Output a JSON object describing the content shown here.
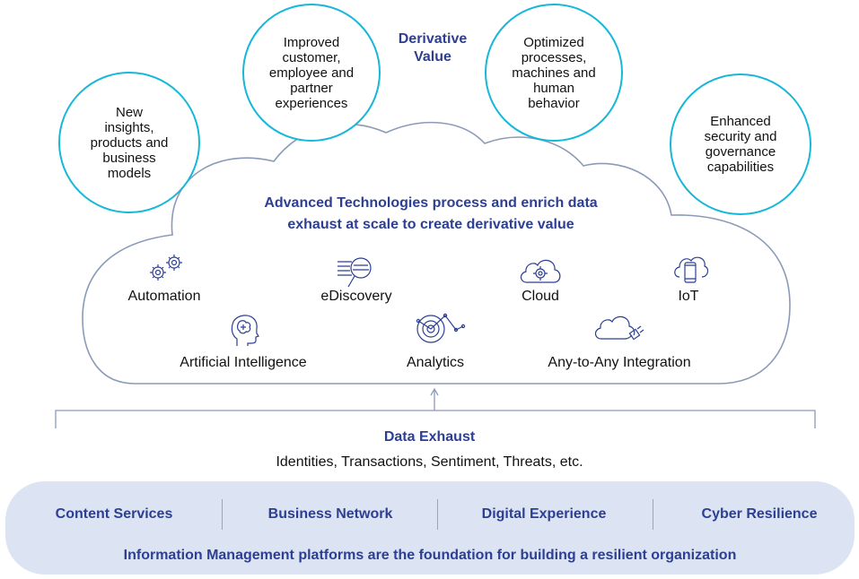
{
  "derivative_value_title": "Derivative\nValue",
  "value_circles": [
    {
      "text": "New\ninsights,\nproducts and\nbusiness\nmodels"
    },
    {
      "text": "Improved\ncustomer,\nemployee and\npartner\nexperiences"
    },
    {
      "text": "Optimized\nprocesses,\nmachines and\nhuman\nbehavior"
    },
    {
      "text": "Enhanced\nsecurity and\ngovernance\ncapabilities"
    }
  ],
  "cloud_headline": "Advanced Technologies process and enrich data\nexhaust at scale to create derivative value",
  "technologies": [
    {
      "label": "Automation",
      "icon": "gears-icon"
    },
    {
      "label": "eDiscovery",
      "icon": "magnifier-document-icon"
    },
    {
      "label": "Cloud",
      "icon": "cloud-gear-icon"
    },
    {
      "label": "IoT",
      "icon": "cloud-phone-icon"
    },
    {
      "label": "Artificial Intelligence",
      "icon": "brain-head-icon"
    },
    {
      "label": "Analytics",
      "icon": "target-chart-icon"
    },
    {
      "label": "Any-to-Any Integration",
      "icon": "cloud-plug-icon"
    }
  ],
  "data_exhaust": {
    "title": "Data Exhaust",
    "subtitle": "Identities, Transactions, Sentiment, Threats, etc."
  },
  "platforms": {
    "items": [
      "Content Services",
      "Business Network",
      "Digital Experience",
      "Cyber Resilience"
    ],
    "footer": "Information Management platforms are the foundation for building a resilient organization"
  },
  "colors": {
    "accent_blue": "#2c3f92",
    "circle_cyan": "#16b7d9",
    "cloud_outline": "#8a9ab8",
    "platform_fill": "#dce3f2"
  }
}
